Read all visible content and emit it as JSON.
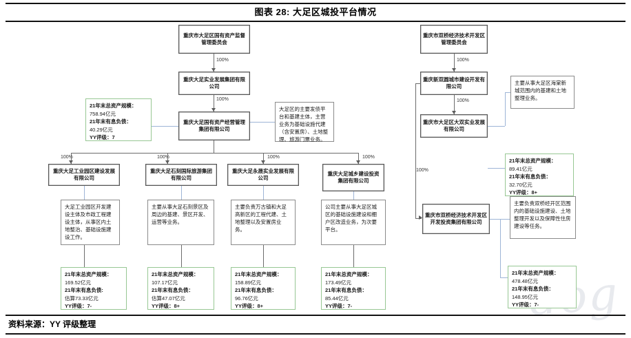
{
  "header": {
    "title": "图表 28: 大足区城投平台情况"
  },
  "footer": {
    "source": "资料来源：YY 评级整理"
  },
  "watermark": "dog",
  "labels": {
    "pct100": "100%"
  },
  "left_branch": {
    "root": "重庆市大足区国有资产监督管理委员会",
    "level2": "重庆大足实业发展集团有限公司",
    "level3": "重庆大足国有资产经营管理集团有限公司",
    "level3_note": "大足区的主要发债平台和基建主体，主营业务为基础设施代建（含安置房）、土地整理、旅游门票业务。",
    "level3_fin": {
      "assets_label": "21年末总资产规模：",
      "assets_value": "758.94亿元",
      "debt_label": "21年末有息负债：",
      "debt_value": "40.29亿元",
      "rating": "YY评级：7"
    },
    "subsidiaries": [
      {
        "name": "重庆大足工业园区建设发展有限公司",
        "note": "大足工业园区开发建设主体及市政工程建设主体，从事区内土地整治、基础设施建设工作。",
        "fin": {
          "assets_label": "21年末总资产规模：",
          "assets_value": "169.52亿元",
          "debt_label": "21年末有息负债:",
          "debt_value": "估算73.33亿元",
          "rating": "YY评级：7-"
        }
      },
      {
        "name": "重庆大足石刻国际旅游集团有限公司",
        "note": "主要从事大足石刻景区及周边的基建、景区开发、运营等业务。",
        "fin": {
          "assets_label": "21年末总资产规模：",
          "assets_value": "107.17亿元",
          "debt_label": "21年末有息负债：",
          "debt_value": "估算47.07亿元",
          "rating": "YY评级：8+"
        }
      },
      {
        "name": "重庆大足永晟实业发展有限公司",
        "note": "主要负责万古镇和大足高新区的工程代建、土地整理以及安置房业务。",
        "fin": {
          "assets_label": "21年末总资产规模：",
          "assets_value": "158.89亿元",
          "debt_label": "21年末有息负债：",
          "debt_value": "96.76亿元",
          "rating": "YY评级：8+"
        }
      },
      {
        "name": "重庆大足城乡建设投资集团有限公司",
        "note": "公司主要从事大足区城区的基础设施建设和棚户区改造业务，为次要平台。",
        "fin": {
          "assets_label": "21年末总资产规模：",
          "assets_value": "173.49亿元",
          "debt_label": "21年末有息负债：",
          "debt_value": "85.44亿元",
          "rating": "YY评级：7-"
        }
      }
    ]
  },
  "right_branch": {
    "root": "重庆市双桥经济技术开发区管理委员会",
    "level2": "重庆新双圆城市建设开发有限公司",
    "level3": "重庆市大足区大双实业发展有限公司",
    "level3_note": "主要从事大足区海棠新城范围内的基建和土地整理业务。",
    "level3_fin": {
      "assets_label": "21年末总资产规模：",
      "assets_value": "89.41亿元",
      "debt_label": "21年末有息负债：",
      "debt_value": "32.70亿元",
      "rating": "YY评级：8+"
    },
    "level4": "重庆市双桥经济技术开发区开发投资集团有限公司",
    "level4_note": "主要负责双桥经开区范围内的基础设施建设、土地整理开发以及保障性住房建设等任务。",
    "level4_fin": {
      "assets_label": "21年末总资产规模：",
      "assets_value": "478.48亿元",
      "debt_label": "21年末有息负债：",
      "debt_value": "148.95亿元",
      "rating": "YY评级：7-"
    }
  }
}
